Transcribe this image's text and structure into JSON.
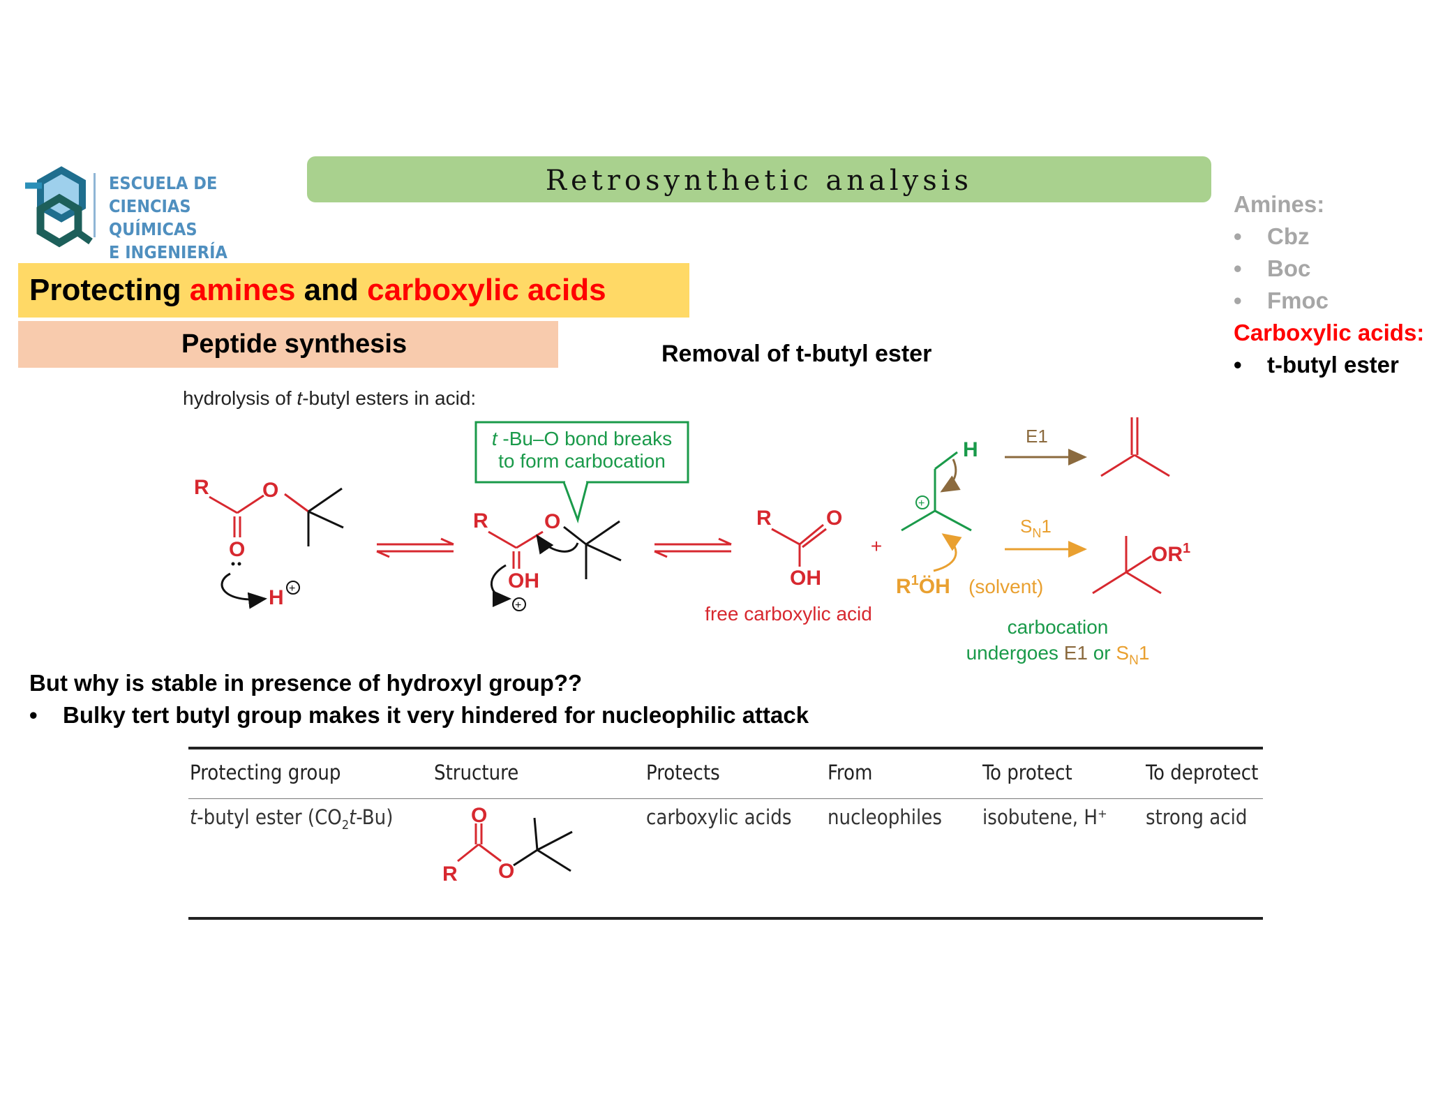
{
  "logo": {
    "lines": [
      "ESCUELA DE",
      "CIENCIAS QUÍMICAS",
      "E INGENIERÍA"
    ]
  },
  "title": "Retrosynthetic analysis",
  "heading": {
    "part1": "Protecting ",
    "part2": "amines",
    "part3": " and ",
    "part4": "carboxylic acids"
  },
  "subheading": "Peptide synthesis",
  "removal_label": "Removal of t-butyl ester",
  "sidebar": {
    "amines_label": "Amines:",
    "amines_items": [
      "Cbz",
      "Boc",
      "Fmoc"
    ],
    "acids_label": "Carboxylic acids:",
    "acids_items": [
      "t-butyl ester"
    ],
    "bullet": "•"
  },
  "scheme": {
    "caption_pre": "hydrolysis of ",
    "caption_italic": "t",
    "caption_post": "-butyl esters in acid:",
    "callout_line1_italic": "t",
    "callout_line1": " -Bu–O bond breaks",
    "callout_line2": "to form carbocation",
    "r": "R",
    "o": "O",
    "oh": "OH",
    "h": "H",
    "plus": "+",
    "free_acid": "free carboxylic acid",
    "e1": "E1",
    "sn1_s": "S",
    "sn1_n": "N",
    "sn1_1": "1",
    "or1": "OR",
    "sup1": "1",
    "r1oh_r": "R",
    "r1oh_oh": "ÖH",
    "solvent": "(solvent)",
    "carbocation_line1": "carbocation",
    "carbocation_line2_pre": "undergoes ",
    "carbocation_line2_e1": "E1",
    "carbocation_line2_or": " or ",
    "colors": {
      "red": "#d7282f",
      "green": "#1a9a4a",
      "orange": "#e9a030",
      "brown": "#8b6a3e"
    }
  },
  "why_text": "But why is stable in presence of hydroxyl group??",
  "bullets": [
    "Bulky tert butyl group makes it very hindered for nucleophilic attack"
  ],
  "table": {
    "headers": [
      "Protecting group",
      "Structure",
      "Protects",
      "From",
      "To protect",
      "To deprotect"
    ],
    "row": {
      "group_italic": "t",
      "group_pre": "-butyl ester (CO",
      "group_sub": "2",
      "group_italic2": "t",
      "group_post": "-Bu)",
      "protects": "carboxylic acids",
      "from": "nucleophiles",
      "to_protect": "isobutene, H⁺",
      "to_deprotect": "strong acid",
      "struct_o": "O",
      "struct_r": "R"
    }
  }
}
